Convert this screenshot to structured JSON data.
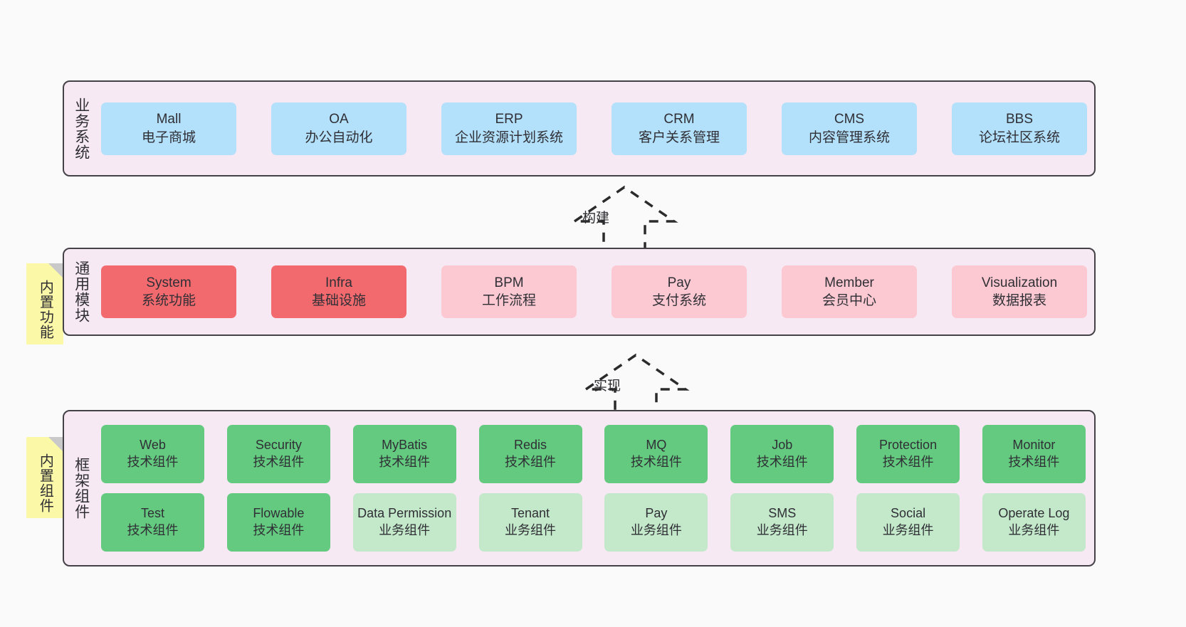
{
  "diagram": {
    "background_color": "#fafafa",
    "panel_color": "#f7e9f3",
    "panel_border_color": "#444247"
  },
  "layers": [
    {
      "id": "business",
      "title": "业务系统",
      "box_color": "#b3e0fb",
      "rows": [
        {
          "boxes": [
            {
              "en": "Mall",
              "cn": "电子商城"
            },
            {
              "en": "OA",
              "cn": "办公自动化"
            },
            {
              "en": "ERP",
              "cn": "企业资源计划系统"
            },
            {
              "en": "CRM",
              "cn": "客户关系管理"
            },
            {
              "en": "CMS",
              "cn": "内容管理系统"
            },
            {
              "en": "BBS",
              "cn": "论坛社区系统"
            }
          ]
        }
      ]
    },
    {
      "id": "common",
      "title": "通用模块",
      "note": "内置功能",
      "colors": {
        "strong": "#f26a6e",
        "light": "#fcc9d2"
      },
      "rows": [
        {
          "boxes": [
            {
              "en": "System",
              "cn": "系统功能",
              "variant": "strong"
            },
            {
              "en": "Infra",
              "cn": "基础设施",
              "variant": "strong"
            },
            {
              "en": "BPM",
              "cn": "工作流程",
              "variant": "light"
            },
            {
              "en": "Pay",
              "cn": "支付系统",
              "variant": "light"
            },
            {
              "en": "Member",
              "cn": "会员中心",
              "variant": "light"
            },
            {
              "en": "Visualization",
              "cn": "数据报表",
              "variant": "light"
            }
          ]
        }
      ]
    },
    {
      "id": "framework",
      "title": "框架组件",
      "note": "内置组件",
      "colors": {
        "strong": "#64ca80",
        "light": "#c3e8ca"
      },
      "rows": [
        {
          "boxes": [
            {
              "en": "Web",
              "cn": "技术组件",
              "variant": "strong"
            },
            {
              "en": "Security",
              "cn": "技术组件",
              "variant": "strong"
            },
            {
              "en": "MyBatis",
              "cn": "技术组件",
              "variant": "strong"
            },
            {
              "en": "Redis",
              "cn": "技术组件",
              "variant": "strong"
            },
            {
              "en": "MQ",
              "cn": "技术组件",
              "variant": "strong"
            },
            {
              "en": "Job",
              "cn": "技术组件",
              "variant": "strong"
            },
            {
              "en": "Protection",
              "cn": "技术组件",
              "variant": "strong"
            },
            {
              "en": "Monitor",
              "cn": "技术组件",
              "variant": "strong"
            }
          ]
        },
        {
          "boxes": [
            {
              "en": "Test",
              "cn": "技术组件",
              "variant": "strong"
            },
            {
              "en": "Flowable",
              "cn": "技术组件",
              "variant": "strong"
            },
            {
              "en": "Data Permission",
              "cn": "业务组件",
              "variant": "light",
              "multiline": true
            },
            {
              "en": "Tenant",
              "cn": "业务组件",
              "variant": "light"
            },
            {
              "en": "Pay",
              "cn": "业务组件",
              "variant": "light"
            },
            {
              "en": "SMS",
              "cn": "业务组件",
              "variant": "light"
            },
            {
              "en": "Social",
              "cn": "业务组件",
              "variant": "light"
            },
            {
              "en": "Operate Log",
              "cn": "业务组件",
              "variant": "light"
            }
          ]
        }
      ]
    }
  ],
  "arrows": [
    {
      "id": "build",
      "label": "构建",
      "style": "dashed-outline-up"
    },
    {
      "id": "implement",
      "label": "实现",
      "style": "dashed-outline-up"
    }
  ]
}
